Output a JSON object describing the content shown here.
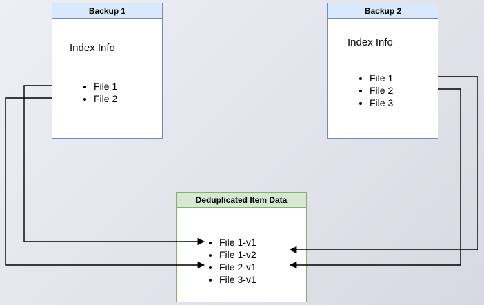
{
  "diagram": {
    "background": {
      "from": "#eeeef5",
      "to": "#d8d8e2"
    },
    "palette": {
      "blue_border": "#6c8ebf",
      "blue_fill": "#dae8fc",
      "green_border": "#82b366",
      "green_fill": "#d5e8d4",
      "body_fill": "#ffffff",
      "line_color": "#000000"
    },
    "boxes": {
      "backup1": {
        "title": "Backup 1",
        "subtitle": "Index Info",
        "items": [
          "File 1",
          "File 2"
        ]
      },
      "backup2": {
        "title": "Backup 2",
        "subtitle": "Index Info",
        "items": [
          "File 1",
          "File 2",
          "File 3"
        ]
      },
      "dedup": {
        "title": "Deduplicated Item Data",
        "items": [
          "File 1-v1",
          "File 1-v2",
          "File 2-v1",
          "File 3-v1"
        ]
      }
    },
    "arrows": [
      {
        "from": "Backup 1 / File 1",
        "to": "File 1-v1"
      },
      {
        "from": "Backup 1 / File 2",
        "to": "File 2-v1"
      },
      {
        "from": "Backup 2 / File 1",
        "to": "File 1-v2"
      },
      {
        "from": "Backup 2 / File 2",
        "to": "File 2-v1"
      }
    ]
  }
}
